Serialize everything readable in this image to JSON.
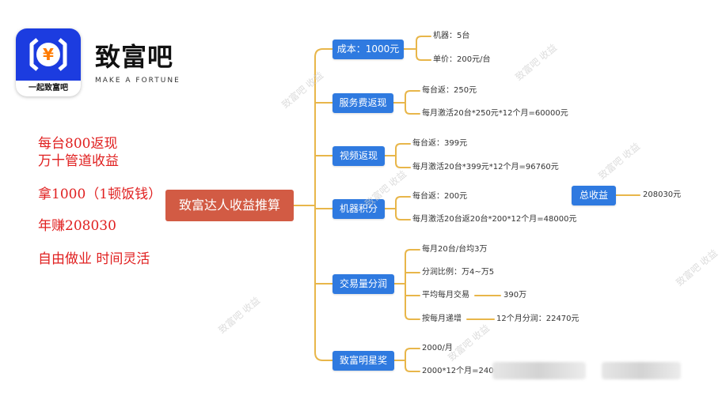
{
  "logo": {
    "symbol": "¥",
    "slogan": "一起致富吧",
    "name": "致富吧",
    "english": "MAKE A FORTUNE"
  },
  "left_text": [
    "每台800返现",
    "万十管道收益",
    "拿1000（1顿饭钱）",
    "年赚208030",
    "自由做业 时间灵活"
  ],
  "center": "致富达人收益推算",
  "branches": {
    "cost": {
      "label": "成本：1000元",
      "leaves": [
        "机器：5台",
        "单价：200元/台"
      ]
    },
    "service": {
      "label": "服务费返现",
      "leaves": [
        "每台返：250元",
        "每月激活20台*250元*12个月=60000元"
      ]
    },
    "video": {
      "label": "视频返现",
      "leaves": [
        "每台返：399元",
        "每月激活20台*399元*12个月=96760元"
      ]
    },
    "points": {
      "label": "机器积分",
      "leaves": [
        "每台返：200元",
        "每月激活20台返20台*200*12个月=48000元"
      ]
    },
    "trade": {
      "label": "交易量分润",
      "leaves": [
        "每月20台/台均3万",
        "分润比例：万4~万5",
        "平均每月交易",
        "按每月递增"
      ],
      "sub": [
        "390万",
        "12个月分润：22470元"
      ]
    },
    "star": {
      "label": "致富明星奖",
      "leaves": [
        "2000/月",
        "2000*12个月=2400"
      ]
    }
  },
  "total": {
    "label": "总收益",
    "value": "208030元"
  },
  "watermark": "致富吧 收益",
  "colors": {
    "center": "#d25b44",
    "branch": "#2f7ae0",
    "line": "#e8b64a",
    "red": "#e02020",
    "logo": "#1c3ce0"
  }
}
